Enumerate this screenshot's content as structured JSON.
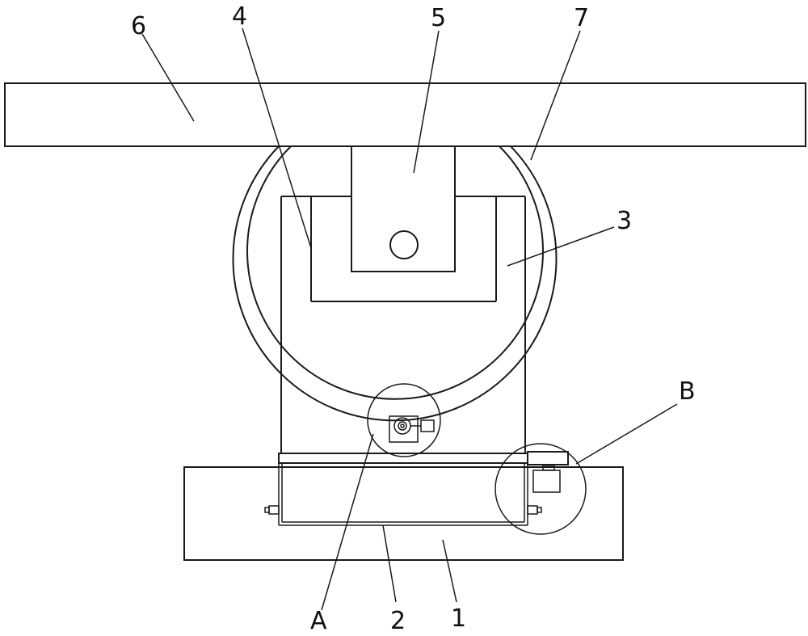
{
  "labels": {
    "l1": "1",
    "l2": "2",
    "l3": "3",
    "l4": "4",
    "l5": "5",
    "l6": "6",
    "l7": "7",
    "lA": "A",
    "lB": "B"
  }
}
